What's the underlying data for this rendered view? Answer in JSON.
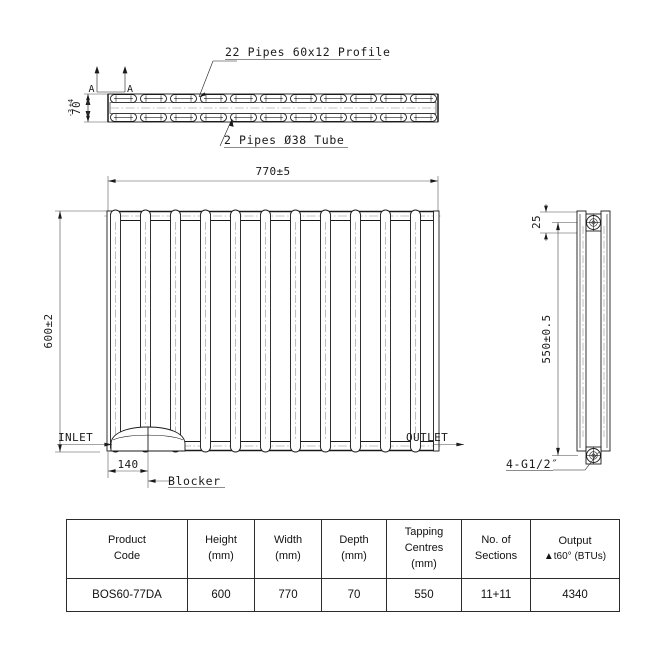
{
  "drawing": {
    "top_view": {
      "label_pipes_profile": "22 Pipes 60x12 Profile",
      "label_pipes_tube": "2 Pipes Ø38 Tube",
      "depth_dim": "70",
      "depth_tol_upper": "+4",
      "depth_tol_lower": "-3",
      "section_mark_left": "A",
      "section_mark_right": "A",
      "pipe_columns": 11
    },
    "front_view": {
      "width_dim": "770±5",
      "height_dim": "600±2",
      "inlet_label": "INLET",
      "outlet_label": "OUTLET",
      "blocker_dim": "140",
      "blocker_label": "Blocker",
      "pipe_columns": 11
    },
    "side_view": {
      "top_offset_dim": "25",
      "tapping_centres_dim": "550±0.5",
      "thread_label": "4-G1/2″"
    }
  },
  "spec_table": {
    "headers": [
      {
        "line1": "Product",
        "line2": "Code"
      },
      {
        "line1": "Height",
        "line2": "(mm)"
      },
      {
        "line1": "Width",
        "line2": "(mm)"
      },
      {
        "line1": "Depth",
        "line2": "(mm)"
      },
      {
        "line1": "Tapping",
        "line2": "Centres",
        "line3": "(mm)"
      },
      {
        "line1": "No. of",
        "line2": "Sections"
      },
      {
        "line1": "Output",
        "line2": "▲t60° (BTUs)"
      }
    ],
    "rows": [
      {
        "product_code": "BOS60-77DA",
        "height": "600",
        "width": "770",
        "depth": "70",
        "tapping_centres": "550",
        "sections": "11+11",
        "output": "4340"
      }
    ]
  },
  "colors": {
    "line": "#1a1a1a",
    "dimension": "#4a4a4a",
    "centerline": "#8a8a8a",
    "background": "#ffffff"
  }
}
